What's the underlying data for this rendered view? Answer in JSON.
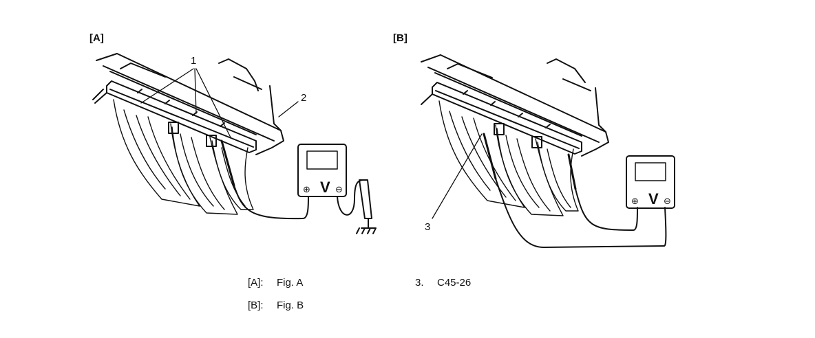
{
  "figures": {
    "a": {
      "label": "[A]",
      "callouts": {
        "one": "1",
        "two": "2"
      }
    },
    "b": {
      "label": "[B]",
      "callouts": {
        "three": "3"
      }
    }
  },
  "meter": {
    "letter": "V",
    "plus": "⊕",
    "minus": "⊖"
  },
  "legend": [
    {
      "key": "[A]:",
      "text": "Fig. A"
    },
    {
      "key": "[B]:",
      "text": "Fig. B"
    },
    {
      "key": "3.",
      "text": "C45-26"
    }
  ]
}
